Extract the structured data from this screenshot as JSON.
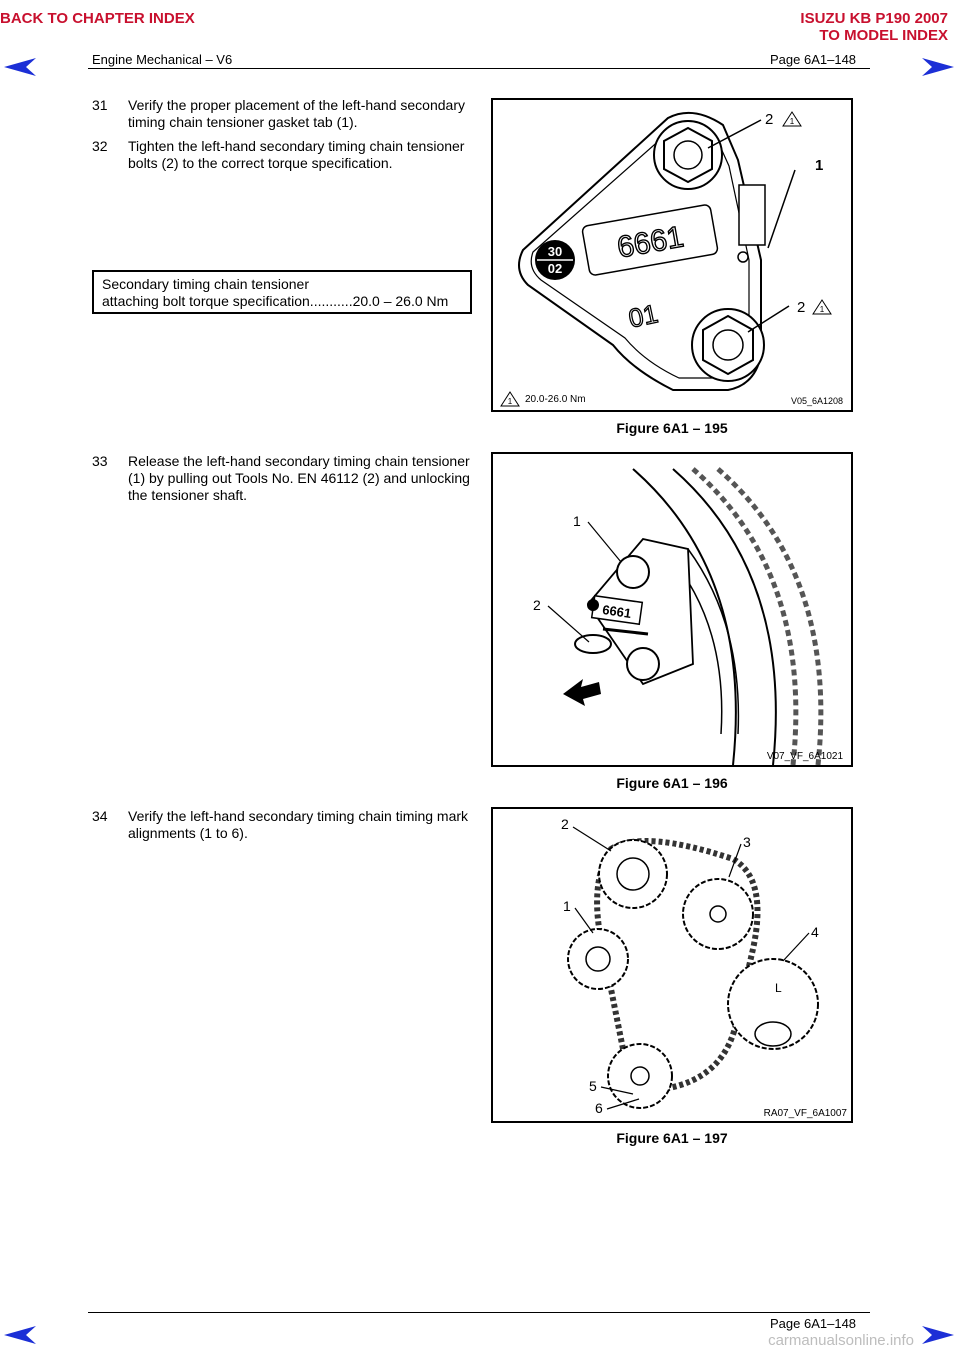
{
  "header": {
    "back_chapter": "BACK TO CHAPTER INDEX",
    "model_line1": "ISUZU KB P190 2007",
    "model_line2": "TO MODEL INDEX",
    "section": "Engine Mechanical – V6",
    "page": "Page 6A1–148"
  },
  "footer": {
    "page": "Page 6A1–148",
    "watermark": "carmanualsonline.info"
  },
  "steps": [
    {
      "num": "31",
      "text": "Verify the proper placement of the left-hand secondary timing chain tensioner gasket tab (1)."
    },
    {
      "num": "32",
      "text": "Tighten the left-hand secondary timing chain tensioner bolts (2) to the correct torque specification."
    },
    {
      "num": "33",
      "text": "Release the left-hand secondary timing chain tensioner (1) by pulling out Tools No. EN 46112 (2) and unlocking the tensioner shaft."
    },
    {
      "num": "34",
      "text": "Verify the left-hand secondary timing chain timing mark alignments (1 to 6)."
    }
  ],
  "spec": {
    "line1": "Secondary timing chain tensioner",
    "line2": "attaching bolt torque specification...........20.0 – 26.0 Nm"
  },
  "figures": [
    {
      "caption": "Figure 6A1 – 195",
      "code": "V05_6A1208",
      "torque": "20.0-26.0 Nm",
      "part_number": "6661",
      "label_30": "30",
      "label_02": "02",
      "label_01": "01",
      "callouts": [
        "2",
        "1",
        "1",
        "2",
        "1",
        "1"
      ]
    },
    {
      "caption": "Figure 6A1 – 196",
      "code": "V07_VF_6A1021",
      "part_number": "6661",
      "callouts": [
        "1",
        "2"
      ]
    },
    {
      "caption": "Figure 6A1 – 197",
      "code": "RA07_VF_6A1007",
      "callouts": [
        "2",
        "3",
        "1",
        "4",
        "5",
        "6"
      ],
      "mark_L": "L"
    }
  ],
  "colors": {
    "nav_red": "#c8102e",
    "nav_blue": "#1c2fd6"
  }
}
